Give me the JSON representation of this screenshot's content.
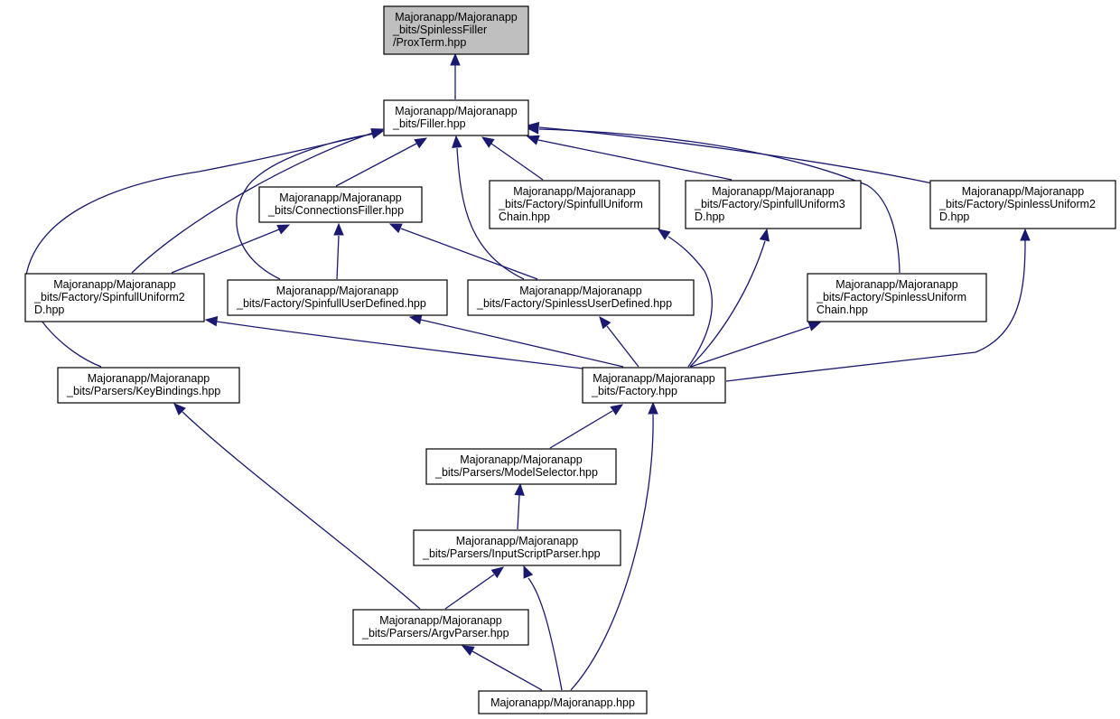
{
  "colors": {
    "edge": "#191970",
    "root_fill": "#bfbfbf",
    "node_fill": "#ffffff",
    "border": "#000000"
  },
  "nodes": [
    {
      "id": "prox_term",
      "lines": [
        "Majoranapp/Majoranapp",
        "_bits/SpinlessFiller",
        "/ProxTerm.hpp"
      ],
      "highlighted": true
    },
    {
      "id": "filler",
      "lines": [
        "Majoranapp/Majoranapp",
        "_bits/Filler.hpp"
      ]
    },
    {
      "id": "connections_filler",
      "lines": [
        "Majoranapp/Majoranapp",
        "_bits/ConnectionsFiller.hpp"
      ]
    },
    {
      "id": "spinfull_uniform_chain",
      "lines": [
        "Majoranapp/Majoranapp",
        "_bits/Factory/SpinfullUniform",
        "Chain.hpp"
      ]
    },
    {
      "id": "spinfull_uniform_3d",
      "lines": [
        "Majoranapp/Majoranapp",
        "_bits/Factory/SpinfullUniform3",
        "D.hpp"
      ]
    },
    {
      "id": "spinless_uniform_2d",
      "lines": [
        "Majoranapp/Majoranapp",
        "_bits/Factory/SpinlessUniform2",
        "D.hpp"
      ]
    },
    {
      "id": "spinfull_uniform_2d",
      "lines": [
        "Majoranapp/Majoranapp",
        "_bits/Factory/SpinfullUniform2",
        "D.hpp"
      ]
    },
    {
      "id": "spinfull_user_defined",
      "lines": [
        "Majoranapp/Majoranapp",
        "_bits/Factory/SpinfullUserDefined.hpp"
      ]
    },
    {
      "id": "spinless_user_defined",
      "lines": [
        "Majoranapp/Majoranapp",
        "_bits/Factory/SpinlessUserDefined.hpp"
      ]
    },
    {
      "id": "spinless_uniform_chain",
      "lines": [
        "Majoranapp/Majoranapp",
        "_bits/Factory/SpinlessUniform",
        "Chain.hpp"
      ]
    },
    {
      "id": "key_bindings",
      "lines": [
        "Majoranapp/Majoranapp",
        "_bits/Parsers/KeyBindings.hpp"
      ]
    },
    {
      "id": "factory",
      "lines": [
        "Majoranapp/Majoranapp",
        "_bits/Factory.hpp"
      ]
    },
    {
      "id": "model_selector",
      "lines": [
        "Majoranapp/Majoranapp",
        "_bits/Parsers/ModelSelector.hpp"
      ]
    },
    {
      "id": "input_script_parser",
      "lines": [
        "Majoranapp/Majoranapp",
        "_bits/Parsers/InputScriptParser.hpp"
      ]
    },
    {
      "id": "argv_parser",
      "lines": [
        "Majoranapp/Majoranapp",
        "_bits/Parsers/ArgvParser.hpp"
      ]
    },
    {
      "id": "majoranapp",
      "lines": [
        "Majoranapp/Majoranapp.hpp"
      ]
    }
  ],
  "edges": [
    {
      "from": "filler",
      "to": "prox_term"
    },
    {
      "from": "connections_filler",
      "to": "filler"
    },
    {
      "from": "spinfull_uniform_chain",
      "to": "filler"
    },
    {
      "from": "spinfull_uniform_3d",
      "to": "filler"
    },
    {
      "from": "spinless_uniform_2d",
      "to": "filler"
    },
    {
      "from": "spinfull_uniform_2d",
      "to": "filler"
    },
    {
      "from": "spinfull_user_defined",
      "to": "filler"
    },
    {
      "from": "spinless_user_defined",
      "to": "filler"
    },
    {
      "from": "spinless_uniform_chain",
      "to": "filler"
    },
    {
      "from": "key_bindings",
      "to": "filler"
    },
    {
      "from": "spinfull_uniform_2d",
      "to": "connections_filler"
    },
    {
      "from": "spinfull_user_defined",
      "to": "connections_filler"
    },
    {
      "from": "spinless_user_defined",
      "to": "connections_filler"
    },
    {
      "from": "factory",
      "to": "spinfull_uniform_chain"
    },
    {
      "from": "factory",
      "to": "spinfull_uniform_3d"
    },
    {
      "from": "factory",
      "to": "spinless_uniform_2d"
    },
    {
      "from": "factory",
      "to": "spinfull_uniform_2d"
    },
    {
      "from": "factory",
      "to": "spinfull_user_defined"
    },
    {
      "from": "factory",
      "to": "spinless_user_defined"
    },
    {
      "from": "factory",
      "to": "spinless_uniform_chain"
    },
    {
      "from": "model_selector",
      "to": "factory"
    },
    {
      "from": "input_script_parser",
      "to": "model_selector"
    },
    {
      "from": "argv_parser",
      "to": "input_script_parser"
    },
    {
      "from": "argv_parser",
      "to": "key_bindings"
    },
    {
      "from": "majoranapp",
      "to": "argv_parser"
    },
    {
      "from": "majoranapp",
      "to": "input_script_parser"
    },
    {
      "from": "majoranapp",
      "to": "factory"
    }
  ]
}
